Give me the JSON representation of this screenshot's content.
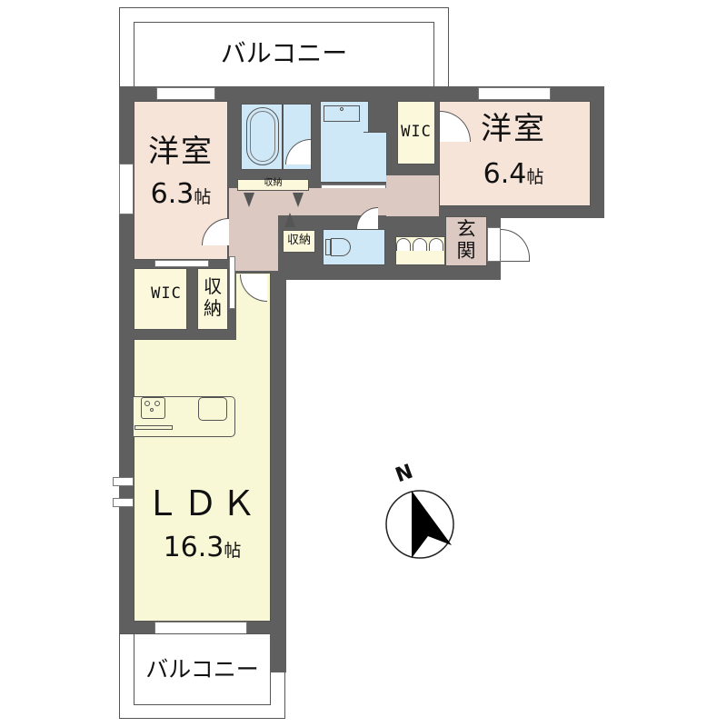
{
  "floor_plan": {
    "layout": "2LDK",
    "rooms": {
      "balcony_top": {
        "label": "バルコニー"
      },
      "balcony_bottom": {
        "label": "バルコニー"
      },
      "western_room_left": {
        "label": "洋室",
        "size": "6.3",
        "unit": "帖"
      },
      "western_room_right": {
        "label": "洋室",
        "size": "6.4",
        "unit": "帖"
      },
      "ldk": {
        "label": "ＬＤＫ",
        "size": "16.3",
        "unit": "帖"
      },
      "wic_top": {
        "label": "WIC"
      },
      "wic_left": {
        "label": "WIC"
      },
      "storage_left": {
        "label": "収納"
      },
      "storage_hall_top": {
        "label": "収納"
      },
      "storage_hall_small": {
        "label": "収納"
      },
      "entrance": {
        "label": "玄関"
      }
    },
    "compass": {
      "label": "N"
    },
    "colors": {
      "wall": "#5f5f5f",
      "western_room": "#f7e4d9",
      "wet_area": "#cfe8f7",
      "storage": "#fbf8dc",
      "ldk": "#f8f7d6",
      "hall": "#dcc9c2"
    }
  }
}
